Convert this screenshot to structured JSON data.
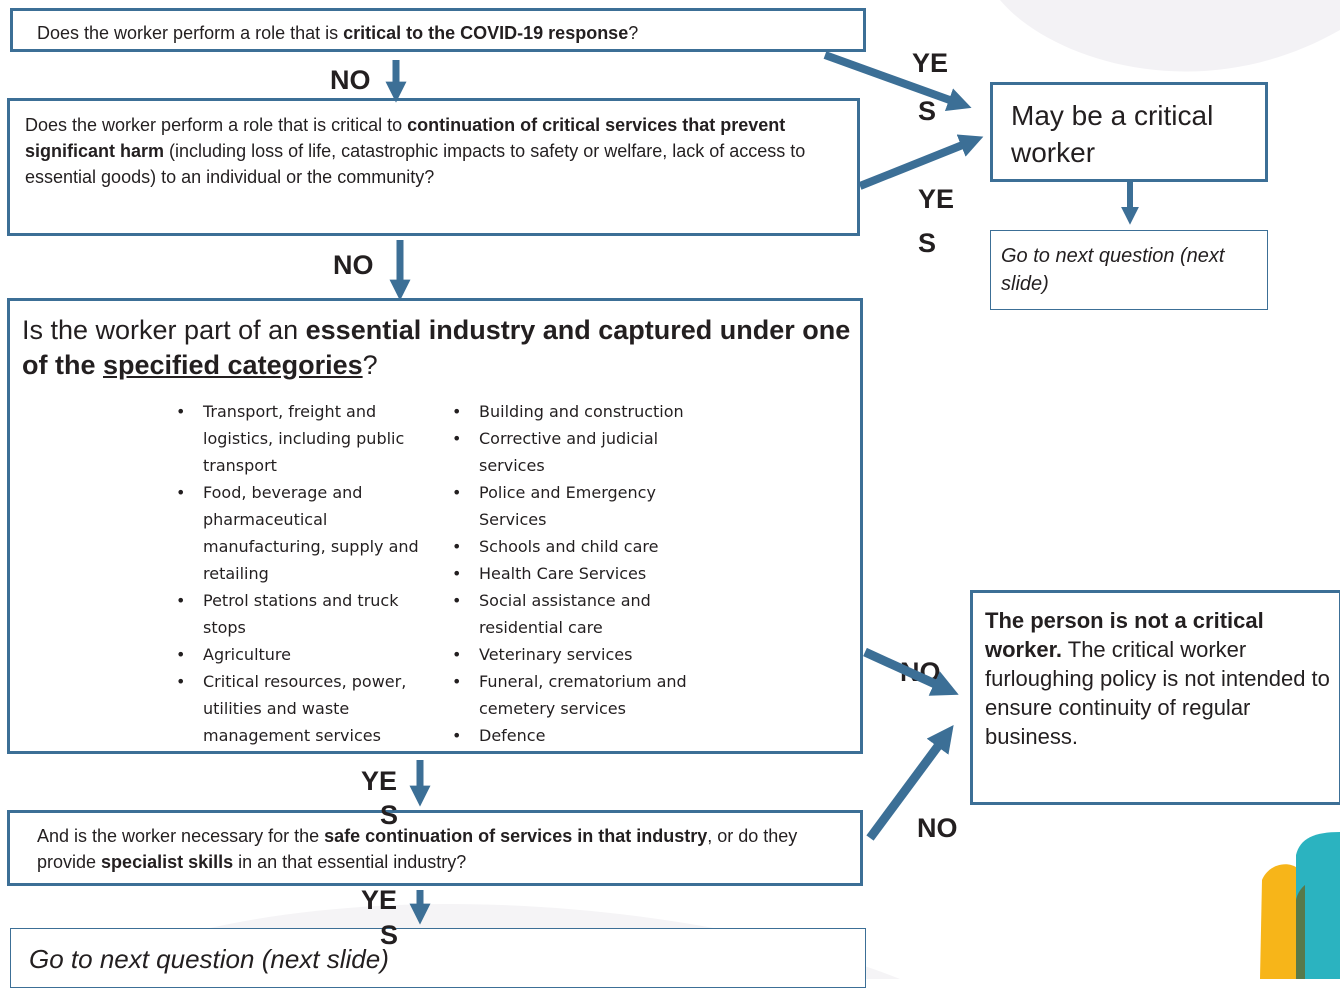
{
  "q1": {
    "pre": "Does the worker perform a role that is ",
    "bold": "critical to the COVID-19 response",
    "post": "?"
  },
  "q2": {
    "pre": "Does the worker perform a role that is critical to ",
    "bold": "continuation of critical services that prevent significant harm",
    "post": " (including  loss of life, catastrophic impacts to safety or welfare, lack of access to essential goods) to an individual or the community?"
  },
  "q3": {
    "pre": "Is the worker part of an ",
    "bold1": "essential industry and captured under one of the ",
    "underlined": "specified categories",
    "post": "?"
  },
  "categories_left": [
    "Transport, freight and logistics, including public transport",
    "Food, beverage and pharmaceutical manufacturing, supply and retailing",
    "Petrol stations and truck stops",
    "Agriculture",
    "Critical resources, power, utilities and waste management services"
  ],
  "categories_right": [
    "Building and construction",
    "Corrective and judicial services",
    "Police and Emergency Services",
    "Schools and child care",
    "Health Care Services",
    "Social assistance and residential care",
    "Veterinary services",
    "Funeral, crematorium and cemetery services",
    "Defence"
  ],
  "q4": {
    "p1": "And is the worker necessary for the ",
    "b1": "safe continuation of services in that industry",
    "p2": ", or do they provide ",
    "b2": "specialist skills",
    "p3": " in an that essential industry?"
  },
  "critical_box": "May be a critical worker",
  "next_q_small": "Go to next question (next slide)",
  "next_q_bottom": "Go to next question (next slide)",
  "not_critical": {
    "bold": "The person is not a critical worker.",
    "rest": " The critical worker furloughing policy is not intended to ensure continuity of regular business."
  },
  "labels": {
    "no": "NO",
    "yes_top": "YE",
    "yes_bottom": "S"
  },
  "colors": {
    "arrow": "#3c6f96",
    "border": "#3c6f96",
    "text": "#231f20",
    "bg_wave": "#f3f2f5",
    "logo_teal": "#2bb3c0",
    "logo_yellow": "#f7b519"
  }
}
